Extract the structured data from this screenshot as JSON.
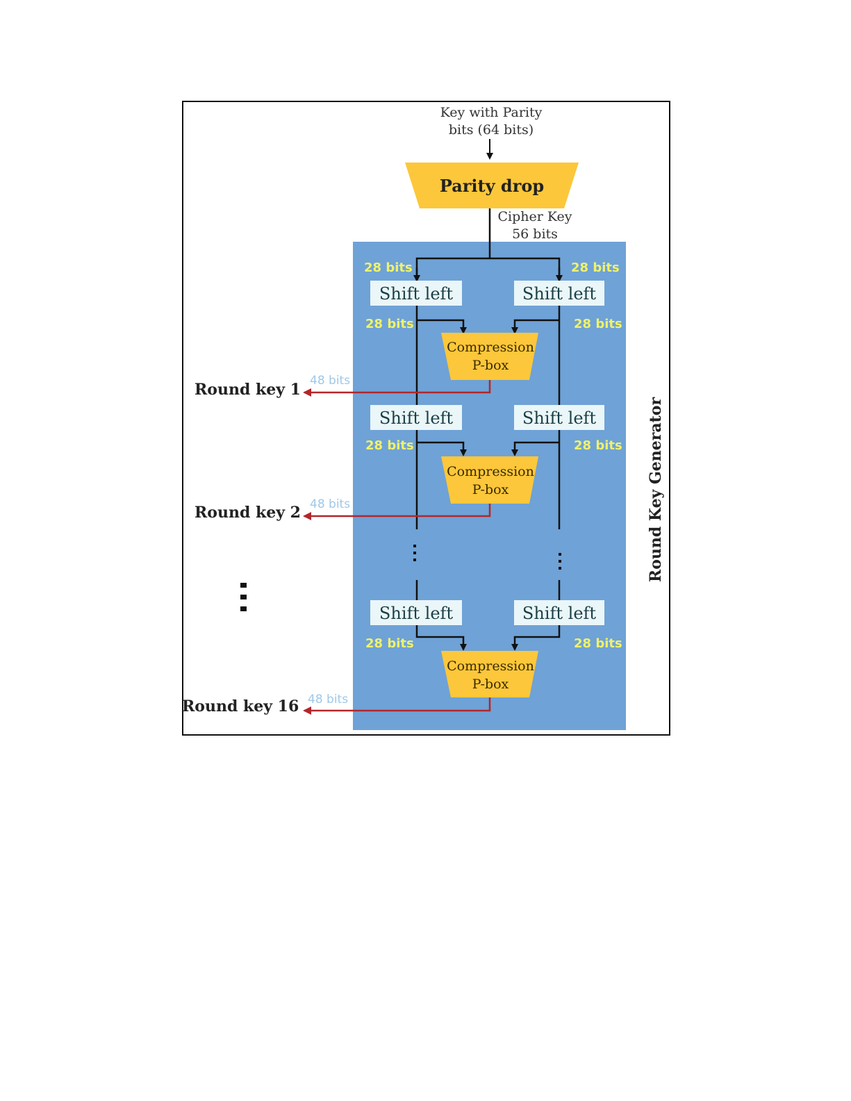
{
  "input_label": [
    "Key with Parity",
    "bits (64 bits)"
  ],
  "parity_drop": "Parity drop",
  "cipher_key": [
    "Cipher Key",
    "56 bits"
  ],
  "initial_split_bits": "28 bits",
  "generator_label": "Round Key Generator",
  "rounds": [
    {
      "shift_left": "Shift left",
      "shift_right": "Shift left",
      "bits_left": "28 bits",
      "bits_right": "28 bits",
      "compression": [
        "Compression",
        "P-box"
      ],
      "output_bits": "48 bits",
      "round_key": "Round key 1"
    },
    {
      "shift_left": "Shift left",
      "shift_right": "Shift left",
      "bits_left": "28 bits",
      "bits_right": "28 bits",
      "compression": [
        "Compression",
        "P-box"
      ],
      "output_bits": "48 bits",
      "round_key": "Round key 2"
    },
    {
      "shift_left": "Shift left",
      "shift_right": "Shift left",
      "bits_left": "28 bits",
      "bits_right": "28 bits",
      "compression": [
        "Compression",
        "P-box"
      ],
      "output_bits": "48 bits",
      "round_key": "Round key 16"
    }
  ],
  "colors": {
    "panel": "#6fa2d6",
    "yellow": "#fcc73a",
    "shift_box": "#eaf6f8",
    "arrow_red": "#b3262a"
  }
}
